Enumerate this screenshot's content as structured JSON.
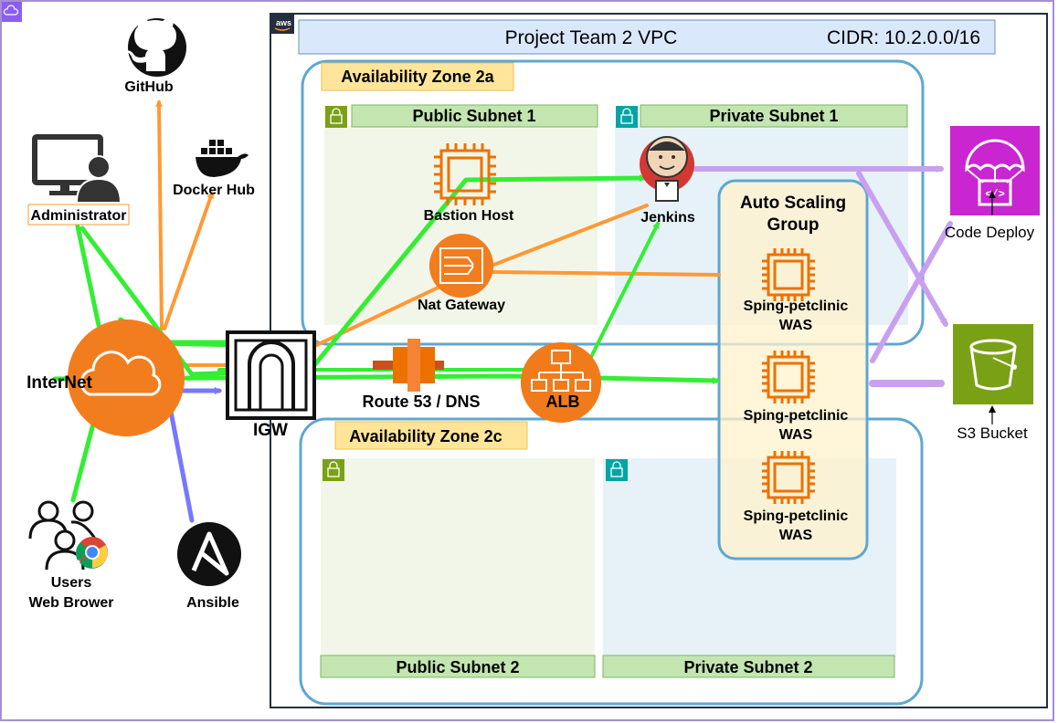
{
  "vpc": {
    "title": "Project Team 2 VPC",
    "cidr": "CIDR: 10.2.0.0/16"
  },
  "az_a": {
    "label": "Availability Zone 2a"
  },
  "az_c": {
    "label": "Availability Zone 2c"
  },
  "subnets": {
    "public1": "Public Subnet 1",
    "private1": "Private Subnet 1",
    "public2": "Public Subnet 2",
    "private2": "Private Subnet 2"
  },
  "external": {
    "github": "GitHub",
    "dockerhub": "Docker Hub",
    "administrator": "Administrator",
    "internet": "InterNet",
    "users_line1": "Users",
    "users_line2": "Web Brower",
    "ansible": "Ansible",
    "igw": "IGW"
  },
  "nodes": {
    "bastion": "Bastion Host",
    "nat": "Nat Gateway",
    "jenkins": "Jenkins",
    "route53": "Route 53 / DNS",
    "alb": "ALB",
    "asg_line1": "Auto Scaling",
    "asg_line2": "Group",
    "was_line1": "Sping-petclinic",
    "was_line2": "WAS",
    "codedeploy": "Code Deploy",
    "s3": "S3 Bucket"
  },
  "colors": {
    "green": "#33ee33",
    "orange": "#ff9933",
    "purple": "#c9a0f0",
    "blue": "#7777ff",
    "ec2": "#ed7100",
    "subnet_header": "#c3e6b1",
    "az_label": "#ffe599",
    "az_border": "#5fa7d1",
    "codedeploy": "#c925d1",
    "s3": "#7aa116"
  }
}
